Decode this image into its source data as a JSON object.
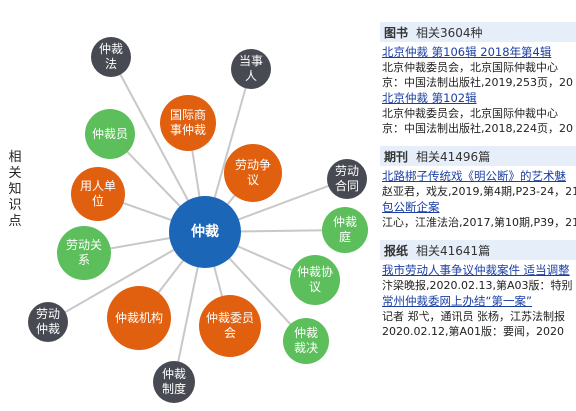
{
  "side_label": "相关知识点",
  "graph": {
    "center": {
      "label": "仲裁",
      "color": "#1b66b7"
    },
    "nodes": [
      {
        "id": "n1",
        "label": "仲裁法",
        "kind": "dark"
      },
      {
        "id": "n2",
        "label": "当事人",
        "kind": "dark"
      },
      {
        "id": "n3",
        "label": "国际商事仲裁",
        "kind": "orange"
      },
      {
        "id": "n4",
        "label": "仲裁员",
        "kind": "green"
      },
      {
        "id": "n5",
        "label": "劳动争议",
        "kind": "orange"
      },
      {
        "id": "n6",
        "label": "劳动合同",
        "kind": "dark"
      },
      {
        "id": "n7",
        "label": "用人单位",
        "kind": "orange"
      },
      {
        "id": "n8",
        "label": "仲裁庭",
        "kind": "green"
      },
      {
        "id": "n9",
        "label": "劳动关系",
        "kind": "green"
      },
      {
        "id": "n10",
        "label": "仲裁协议",
        "kind": "green"
      },
      {
        "id": "n11",
        "label": "劳动仲裁",
        "kind": "dark"
      },
      {
        "id": "n12",
        "label": "仲裁机构",
        "kind": "orange"
      },
      {
        "id": "n13",
        "label": "仲裁委员会",
        "kind": "orange"
      },
      {
        "id": "n14",
        "label": "仲裁裁决",
        "kind": "green"
      },
      {
        "id": "n15",
        "label": "仲裁制度",
        "kind": "dark"
      }
    ],
    "colors": {
      "dark": "#474a52",
      "orange": "#e06010",
      "green": "#5cbf5c",
      "edge": "#c8c8c8"
    }
  },
  "sections": [
    {
      "title": "图书",
      "count": "相关3604种",
      "items": [
        {
          "title": "北京仲裁 第106辑 2018年第4辑",
          "meta": [
            "北京仲裁委员会，北京国际仲裁中心",
            "京：中国法制出版社,2019,253页，20"
          ]
        },
        {
          "title": "北京仲裁 第102辑",
          "meta": [
            "北京仲裁委员会，北京国际仲裁中心",
            "京：中国法制出版社,2018,224页，20"
          ]
        }
      ]
    },
    {
      "title": "期刊",
      "count": "相关41496篇",
      "items": [
        {
          "title": "北路梆子传统戏《明公断》的艺术魅",
          "meta": [
            "赵亚君，戏友,2019,第4期,P23-24，21"
          ]
        },
        {
          "title": "包公断企案",
          "meta": [
            "江心，江淮法治,2017,第10期,P39，21"
          ]
        }
      ]
    },
    {
      "title": "报纸",
      "count": "相关41641篇",
      "items": [
        {
          "title": "我市劳动人事争议仲裁案件 适当调整",
          "meta": [
            "汴梁晚报,2020.02.13,第A03版：特别"
          ]
        },
        {
          "title": "常州仲裁委网上办结“第一案”",
          "meta": [
            "记者 郑弋，通讯员 张杨，江苏法制报",
            "2020.02.12,第A01版：要闻，2020"
          ]
        }
      ]
    }
  ]
}
